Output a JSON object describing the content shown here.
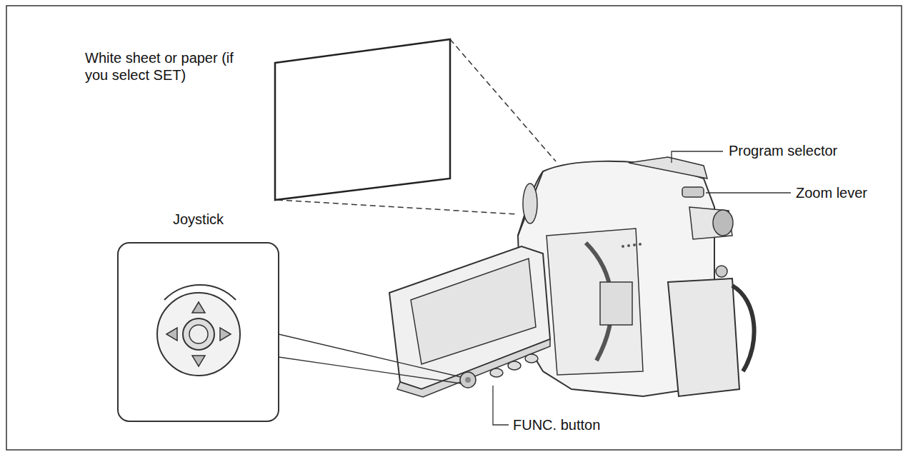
{
  "diagram": {
    "labels": [
      "White sheet or paper (if you select SET)",
      "Program selector",
      "Zoom lever",
      "Joystick",
      "FUNC. button"
    ]
  }
}
